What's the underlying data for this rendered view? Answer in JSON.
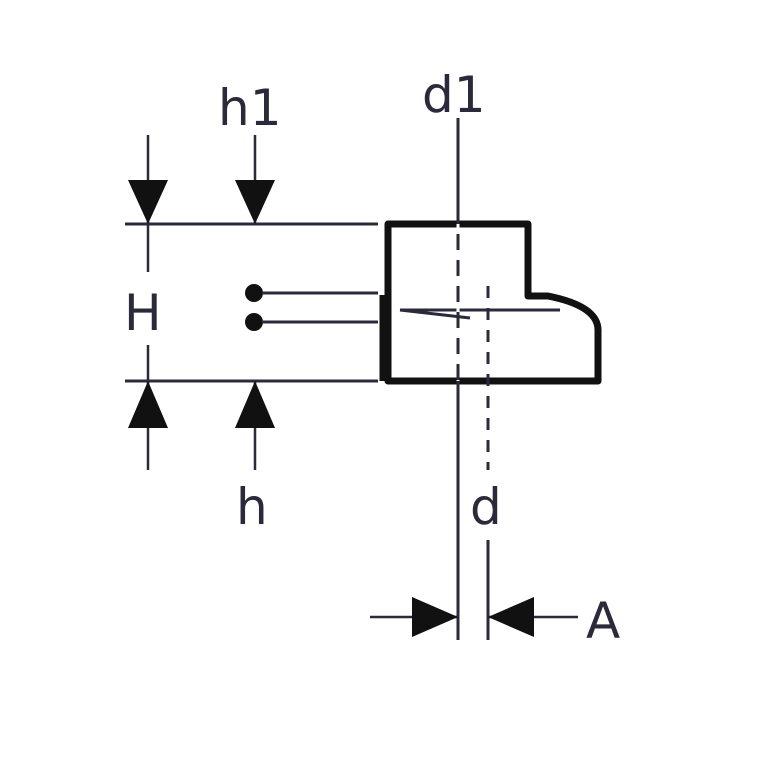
{
  "labels": {
    "h1": "h1",
    "d1": "d1",
    "H": "H",
    "h": "h",
    "d": "d",
    "A": "A"
  }
}
